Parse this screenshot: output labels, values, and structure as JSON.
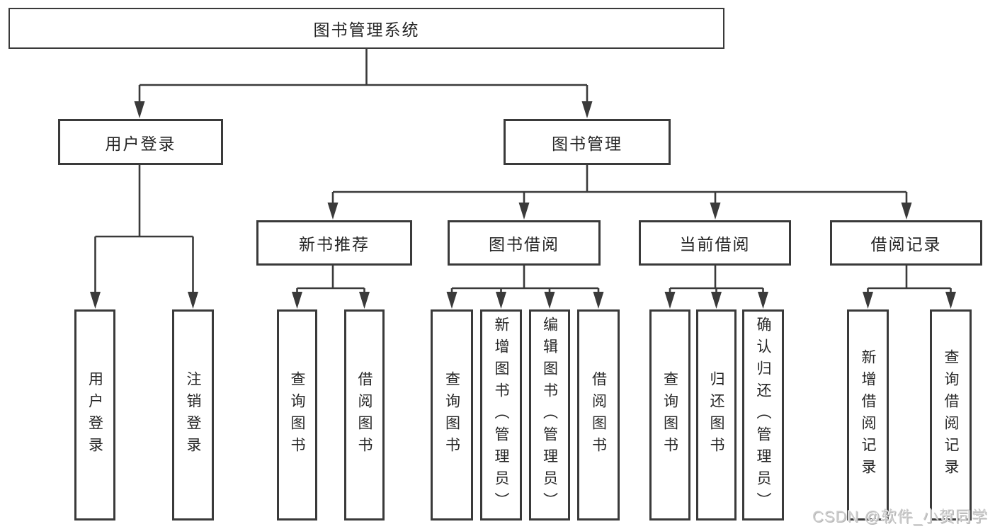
{
  "diagram": {
    "root": {
      "label": "图书管理系统"
    },
    "level2": [
      {
        "label": "用户登录"
      },
      {
        "label": "图书管理"
      }
    ],
    "level3": [
      {
        "label": "新书推荐"
      },
      {
        "label": "图书借阅"
      },
      {
        "label": "当前借阅"
      },
      {
        "label": "借阅记录"
      }
    ],
    "leaves": {
      "user_login": [
        "用户登录",
        "注销登录"
      ],
      "new_book_recommend": [
        "查询图书",
        "借阅图书"
      ],
      "book_borrow": [
        "查询图书",
        "新增图书（管理员）",
        "编辑图书（管理员）",
        "借阅图书"
      ],
      "current_borrow": [
        "查询图书",
        "归还图书",
        "确认归还（管理员）"
      ],
      "borrow_record": [
        "新增借阅记录",
        "查询借阅记录"
      ]
    }
  },
  "watermark": {
    "text": "CSDN @软件_小贺同学"
  },
  "colors": {
    "line": "#3a3a3a",
    "node_text": "#262626",
    "background": "#ffffff",
    "watermark": "#cbcbcb"
  }
}
